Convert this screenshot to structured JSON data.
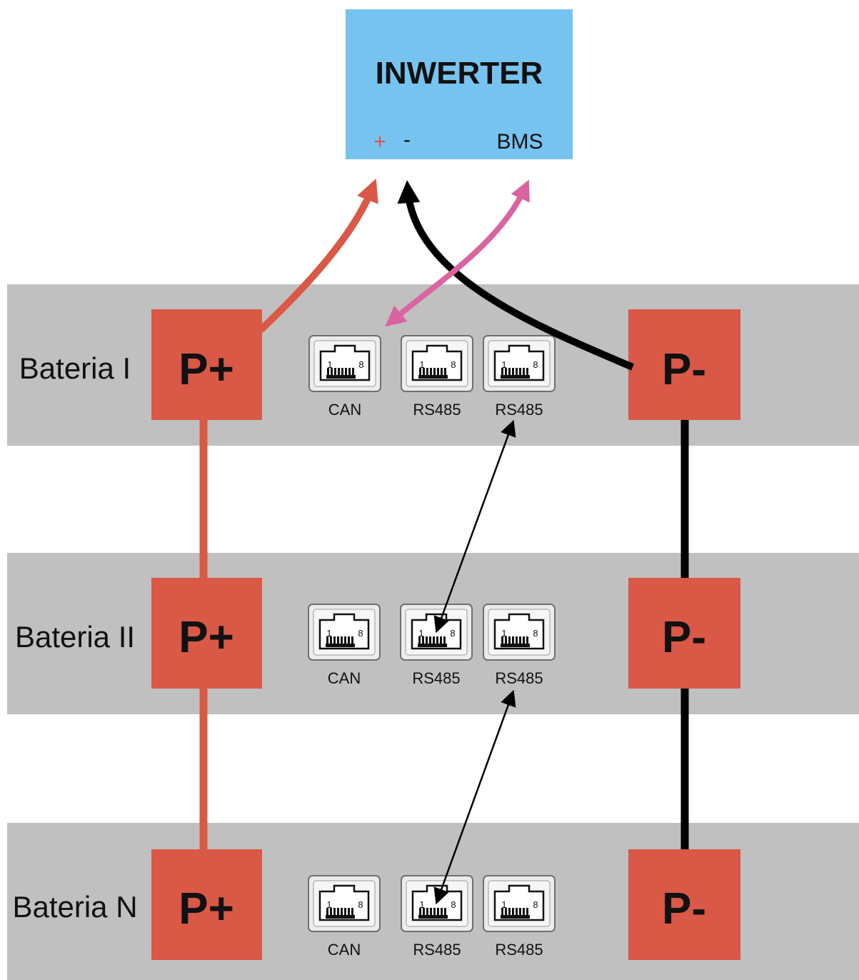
{
  "inverter": {
    "title": "INWERTER",
    "plus": "+",
    "minus": "-",
    "bms": "BMS"
  },
  "batteries": [
    {
      "label": "Bateria I",
      "p_plus": "P+",
      "p_minus": "P-",
      "ports": [
        {
          "name": "CAN",
          "pin_start": "1",
          "pin_end": "8"
        },
        {
          "name": "RS485",
          "pin_start": "1",
          "pin_end": "8"
        },
        {
          "name": "RS485",
          "pin_start": "1",
          "pin_end": "8"
        }
      ]
    },
    {
      "label": "Bateria II",
      "p_plus": "P+",
      "p_minus": "P-",
      "ports": [
        {
          "name": "CAN",
          "pin_start": "1",
          "pin_end": "8"
        },
        {
          "name": "RS485",
          "pin_start": "1",
          "pin_end": "8"
        },
        {
          "name": "RS485",
          "pin_start": "1",
          "pin_end": "8"
        }
      ]
    },
    {
      "label": "Bateria N",
      "p_plus": "P+",
      "p_minus": "P-",
      "ports": [
        {
          "name": "CAN",
          "pin_start": "1",
          "pin_end": "8"
        },
        {
          "name": "RS485",
          "pin_start": "1",
          "pin_end": "8"
        },
        {
          "name": "RS485",
          "pin_start": "1",
          "pin_end": "8"
        }
      ]
    }
  ],
  "colors": {
    "inverter_bg": "#77c3f0",
    "battery_bg": "#c0c0c0",
    "terminal_bg": "#d95846",
    "positive_wire": "#d95846",
    "negative_wire": "#000000",
    "bms_wire": "#d964a0"
  }
}
